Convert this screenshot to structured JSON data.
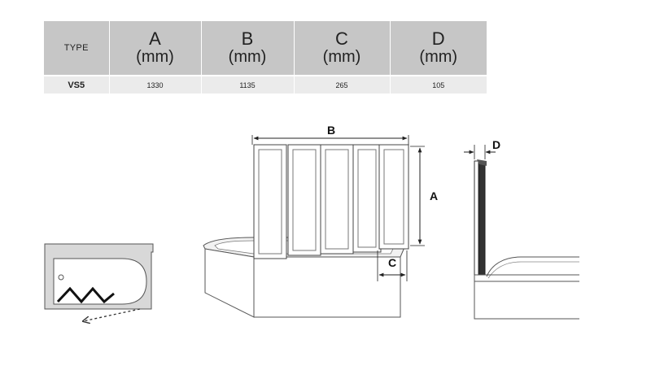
{
  "table": {
    "headers": [
      {
        "letter": "TYPE",
        "unit": ""
      },
      {
        "letter": "A",
        "unit": "(mm)"
      },
      {
        "letter": "B",
        "unit": "(mm)"
      },
      {
        "letter": "C",
        "unit": "(mm)"
      },
      {
        "letter": "D",
        "unit": "(mm)"
      }
    ],
    "rows": [
      [
        "VS5",
        "1330",
        "1135",
        "265",
        "105"
      ]
    ]
  },
  "diagram": {
    "label_a": "A",
    "label_b": "B",
    "label_c": "C",
    "label_d": "D"
  },
  "colors": {
    "header_bg": "#c6c6c6",
    "row_bg": "#ebebeb",
    "line": "#333333"
  }
}
